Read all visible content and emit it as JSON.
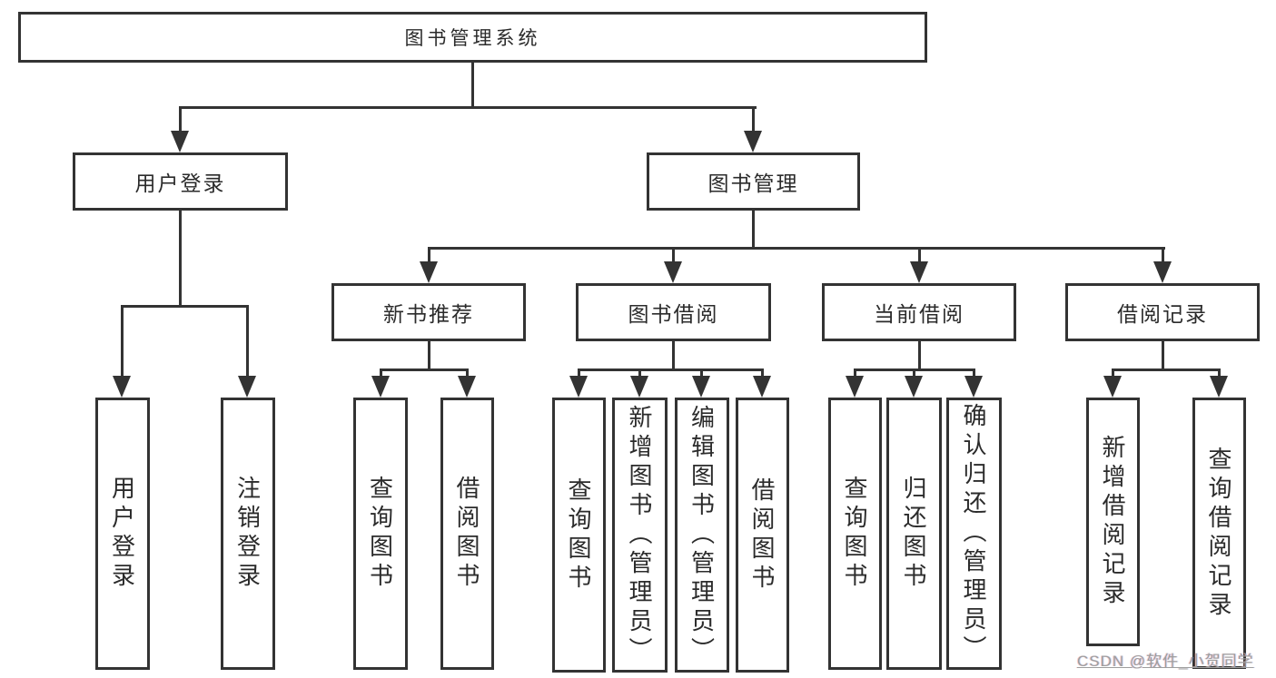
{
  "diagram": {
    "colors": {
      "line": "#333333",
      "text": "#2b2b2b",
      "box_background": "#ffffff",
      "watermark_text": "#9e9e9e"
    },
    "nodes": {
      "root": {
        "label": "图书管理系统"
      },
      "level2": [
        {
          "label": "用户登录"
        },
        {
          "label": "图书管理"
        }
      ],
      "level3": [
        {
          "label": "新书推荐"
        },
        {
          "label": "图书借阅"
        },
        {
          "label": "当前借阅"
        },
        {
          "label": "借阅记录"
        }
      ],
      "level4": {
        "user_login_children": [
          {
            "label": "用户登录"
          },
          {
            "label": "注销登录"
          }
        ],
        "new_book_recommend_children": [
          {
            "label": "查询图书"
          },
          {
            "label": "借阅图书"
          }
        ],
        "book_borrow_children": [
          {
            "label": "查询图书"
          },
          {
            "label": "新增图书（管理员）"
          },
          {
            "label": "编辑图书（管理员）"
          },
          {
            "label": "借阅图书"
          }
        ],
        "current_borrow_children": [
          {
            "label": "查询图书"
          },
          {
            "label": "归还图书"
          },
          {
            "label": "确认归还（管理员）"
          }
        ],
        "borrow_records_children": [
          {
            "label": "新增借阅记录"
          },
          {
            "label": "查询借阅记录"
          }
        ]
      }
    }
  },
  "watermark": {
    "text": "CSDN @软件_小贺同学"
  }
}
